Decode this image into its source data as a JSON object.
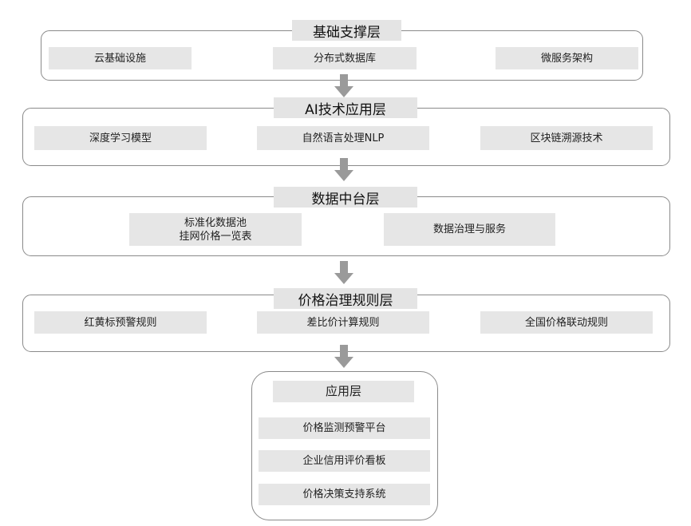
{
  "layers": {
    "base": {
      "title": "基础支撑层",
      "items": [
        "云基础设施",
        "分布式数据库",
        "微服务架构"
      ]
    },
    "ai": {
      "title": "AI技术应用层",
      "items": [
        "深度学习模型",
        "自然语言处理NLP",
        "区块链溯源技术"
      ]
    },
    "data": {
      "title": "数据中台层",
      "pool_line1": "标准化数据池",
      "pool_line2": "挂网价格一览表",
      "governance": "数据治理与服务"
    },
    "rules": {
      "title": "价格治理规则层",
      "items": [
        "红黄标预警规则",
        "差比价计算规则",
        "全国价格联动规则"
      ]
    },
    "application": {
      "title": "应用层",
      "items": [
        "价格监测预警平台",
        "企业信用评价看板",
        "价格决策支持系统"
      ]
    }
  },
  "colors": {
    "box_fill": "#e6e6e6",
    "border": "#8a8a8a",
    "arrow": "#9a9a9a"
  }
}
